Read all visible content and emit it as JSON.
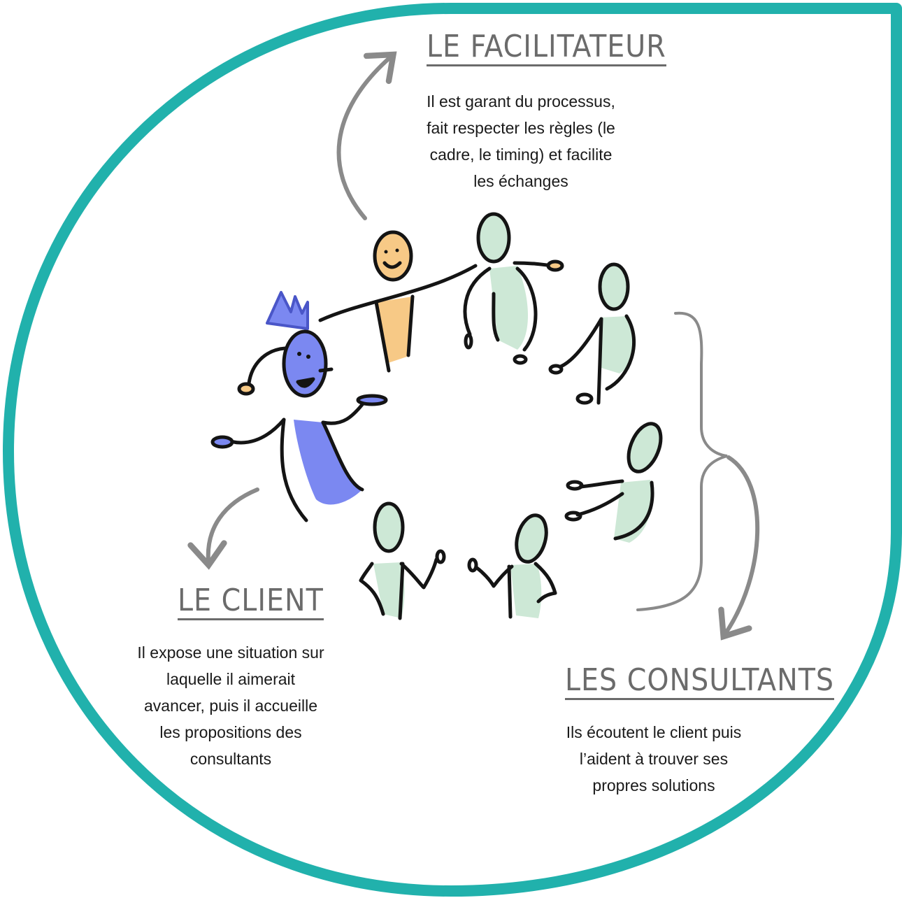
{
  "colors": {
    "frame": "#21b1ac",
    "client": "#7b88f1",
    "facilitator": "#f7c986",
    "consultant": "#cde8d6",
    "ink": "#141414",
    "arrow": "#8a8a8a"
  },
  "facilitator": {
    "title": "LE FACILITATEUR",
    "lines": [
      "Il est garant du processus,",
      "fait respecter les règles (le",
      "cadre, le timing) et facilite",
      "les échanges"
    ]
  },
  "client": {
    "title": "LE CLIENT",
    "lines": [
      "Il expose une situation sur",
      "laquelle il aimerait",
      "avancer, puis il accueille",
      "les propositions des",
      "consultants"
    ]
  },
  "consultants": {
    "title": "LES CONSULTANTS",
    "lines": [
      "Ils écoutent le client puis",
      "l’aident à trouver ses",
      "propres solutions"
    ]
  }
}
